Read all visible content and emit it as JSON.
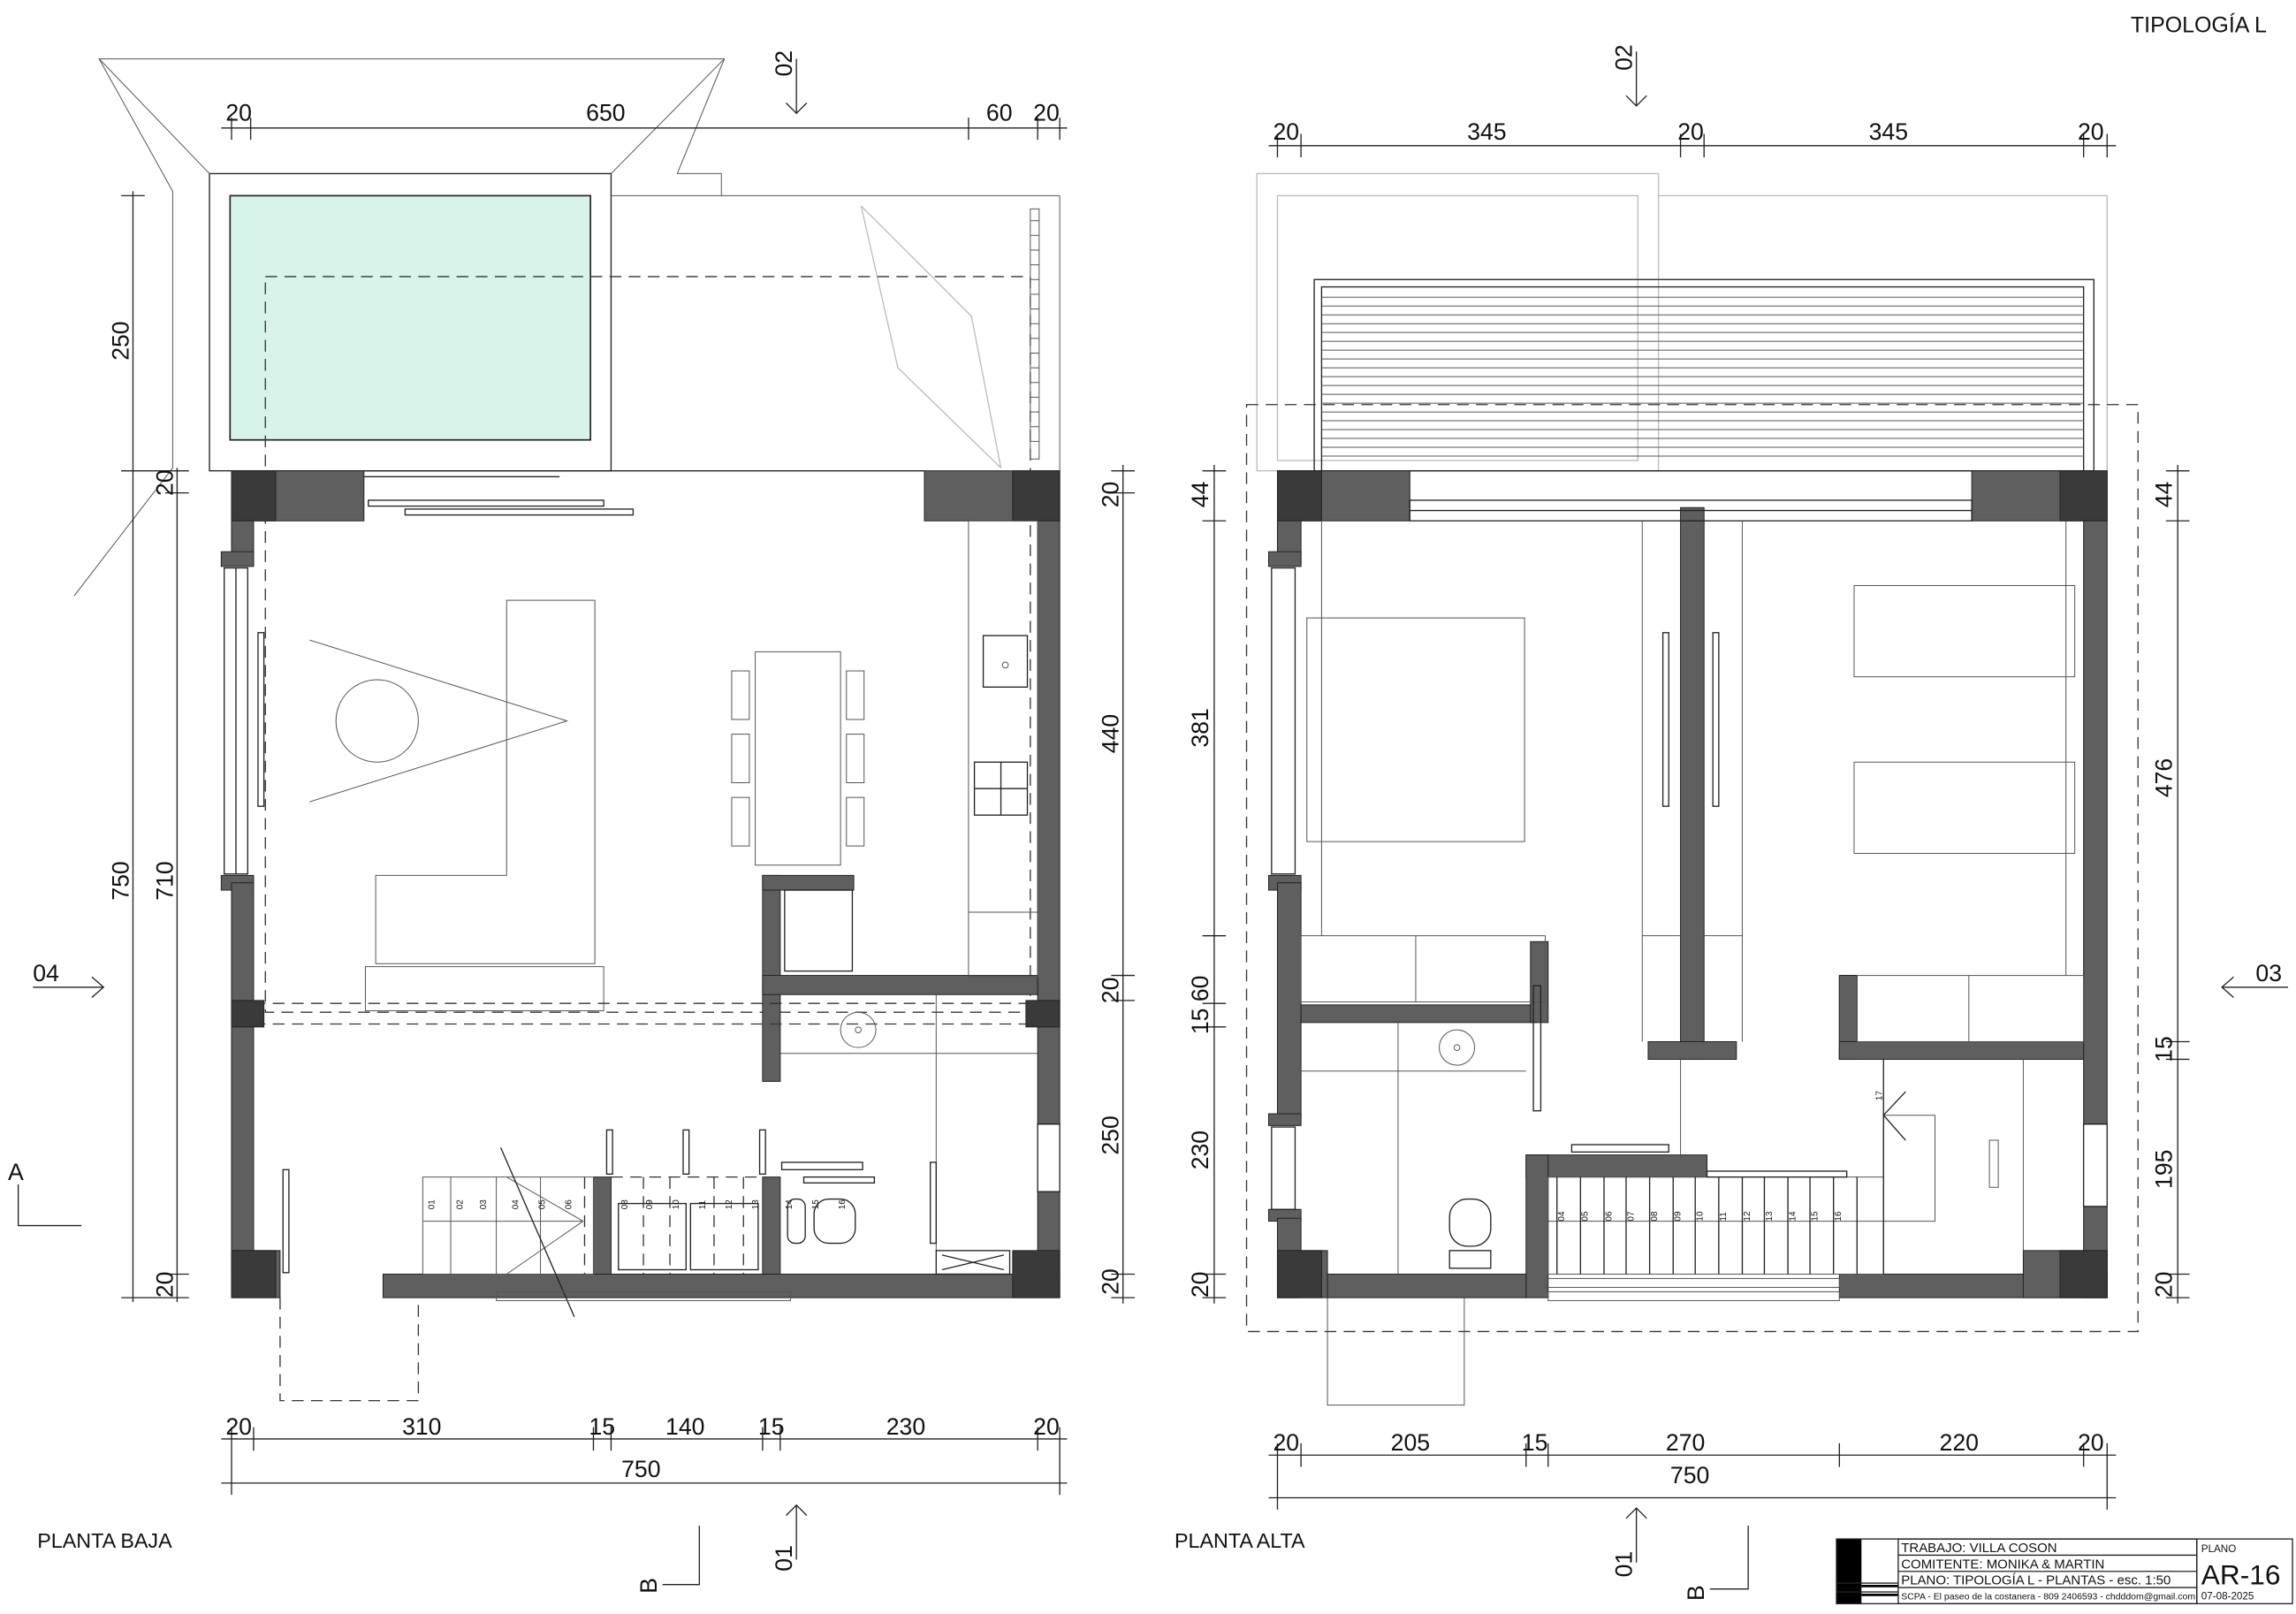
{
  "sheet": {
    "typology_title": "TIPOLOGÍA L",
    "colors": {
      "wall": "#5f5f5f",
      "pool": "#d8f3ea",
      "line": "#222222"
    }
  },
  "planta_baja": {
    "label": "PLANTA BAJA",
    "top_dims": [
      "20",
      "650",
      "60",
      "20"
    ],
    "left_dims": [
      "250",
      "20",
      "750",
      "710",
      "20"
    ],
    "right_dims": [
      "20",
      "440",
      "20",
      "250",
      "20"
    ],
    "bottom_dims": [
      "20",
      "310",
      "15",
      "140",
      "15",
      "230",
      "20"
    ],
    "total_width": "750",
    "section_marks": {
      "top": "02",
      "bottom": "01",
      "left": "04",
      "section_a": "A",
      "section_b": "B"
    },
    "stair_steps": [
      "01",
      "02",
      "03",
      "04",
      "05",
      "06",
      "08",
      "09",
      "10",
      "11",
      "12",
      "13",
      "14",
      "15",
      "16"
    ]
  },
  "planta_alta": {
    "label": "PLANTA ALTA",
    "top_dims": [
      "20",
      "345",
      "20",
      "345",
      "20"
    ],
    "left_dims": [
      "44",
      "381",
      "15 60",
      "230",
      "20"
    ],
    "right_dims": [
      "44",
      "476",
      "15",
      "195",
      "20"
    ],
    "bottom_dims": [
      "20",
      "205",
      "15",
      "270",
      "220",
      "20"
    ],
    "total_width": "750",
    "section_marks": {
      "top": "02",
      "bottom": "01",
      "right": "03",
      "section_b": "B"
    },
    "stair_steps": [
      "04",
      "05",
      "06",
      "07",
      "08",
      "09",
      "10",
      "11",
      "12",
      "13",
      "14",
      "15",
      "16",
      "17"
    ]
  },
  "title_block": {
    "trabajo": "TRABAJO: VILLA COSON",
    "comitente": "COMITENTE: MONIKA & MARTIN",
    "plano": "PLANO: TIPOLOGÍA L - PLANTAS - esc. 1:50",
    "studio": "SCPA  - El paseo de la costanera - 809 2406593 - chdddom@gmail.com",
    "plano_label": "PLANO",
    "sheet_number": "AR-16",
    "date": "07-08-2025"
  }
}
